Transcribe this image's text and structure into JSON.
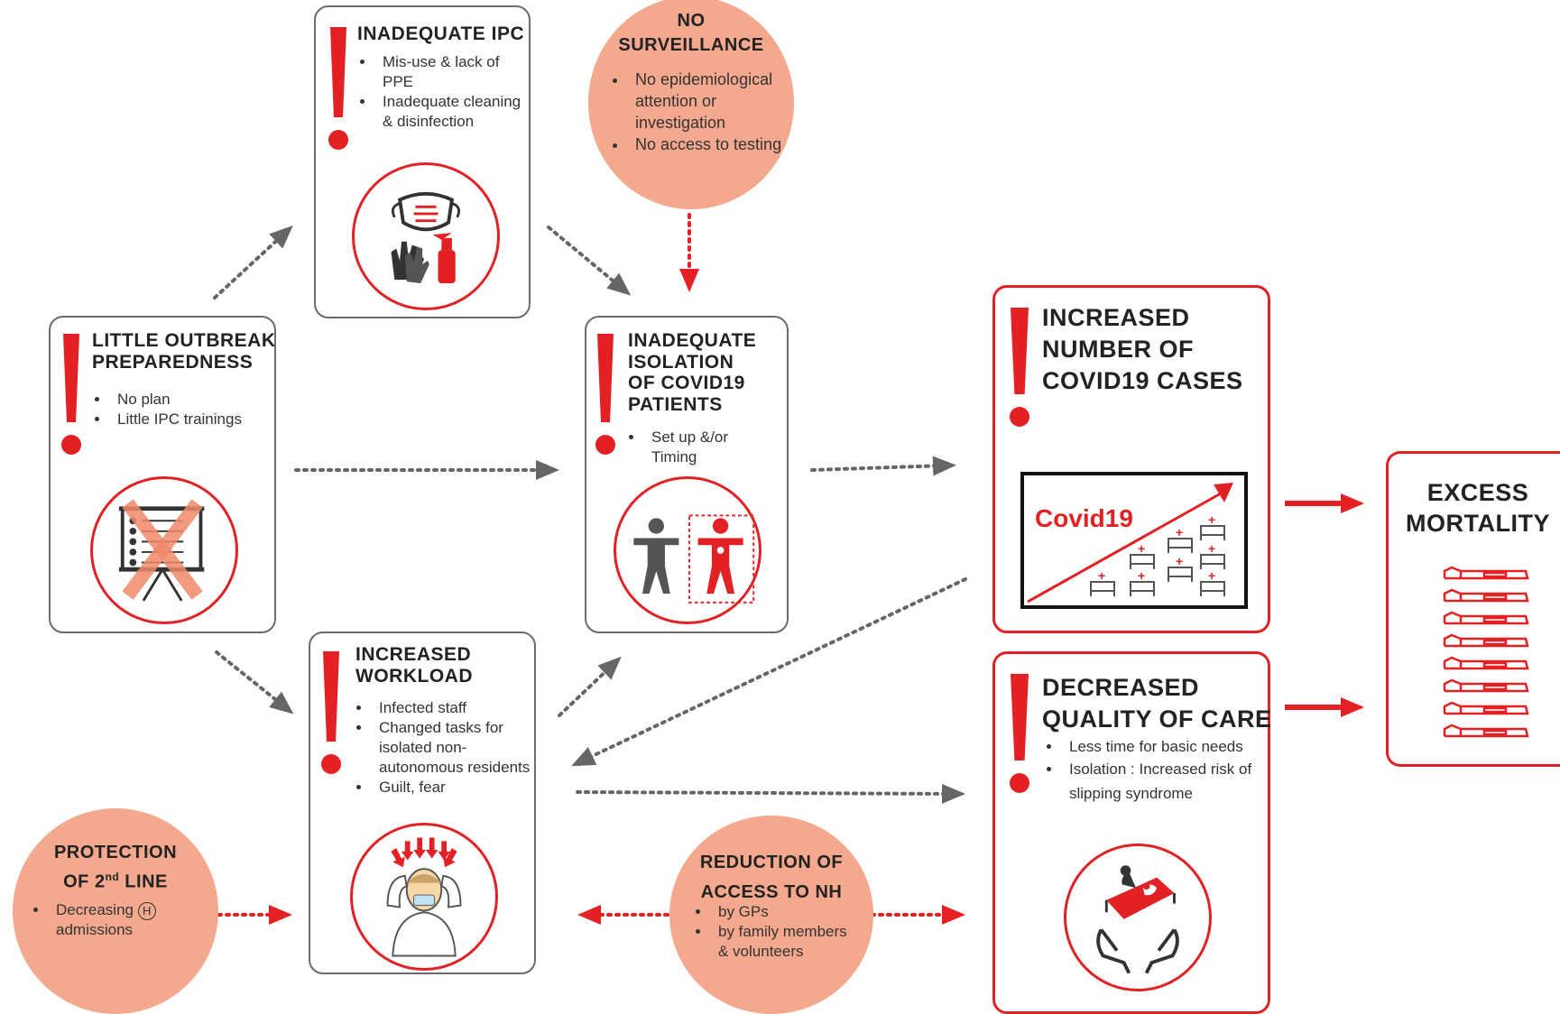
{
  "colors": {
    "accent_red": "#e32024",
    "salmon": "#f4a88e",
    "arrow_gray": "#666666",
    "border_gray": "#6b6b6b"
  },
  "boxes": {
    "inadequate_ipc": {
      "title": [
        "INADEQUATE IPC"
      ],
      "bullets": [
        "Mis-use & lack of PPE",
        "Inadequate cleaning & disinfection"
      ],
      "icon": "mask-gloves-spray-icon"
    },
    "outbreak_preparedness": {
      "title": [
        "LITTLE OUTBREAK",
        "PREPAREDNESS"
      ],
      "bullets": [
        "No plan",
        "Little IPC trainings"
      ],
      "icon": "crossed-plan-board-icon"
    },
    "inadequate_isolation": {
      "title": [
        "INADEQUATE",
        "ISOLATION",
        "OF COVID19",
        "PATIENTS"
      ],
      "bullets": [
        "Set up &/or Timing"
      ],
      "icon": "isolated-person-icon"
    },
    "increased_workload": {
      "title": [
        "INCREASED",
        "WORKLOAD"
      ],
      "bullets": [
        "Infected staff",
        "Changed tasks for isolated non-autonomous residents",
        "Guilt, fear"
      ],
      "icon": "stressed-worker-icon"
    },
    "increased_cases": {
      "title": [
        "INCREASED",
        "NUMBER OF",
        "COVID19 CASES"
      ],
      "chart_label": "Covid19",
      "icon": "rising-beds-chart-icon"
    },
    "decreased_quality": {
      "title": [
        "DECREASED",
        "QUALITY OF CARE"
      ],
      "bullets": [
        "Less time for basic needs",
        "Isolation : Increased risk of slipping syndrome"
      ],
      "icon": "care-hands-bed-icon"
    },
    "excess_mortality": {
      "title": [
        "EXCESS",
        "MORTALITY"
      ],
      "icon": "stacked-beds-icon"
    }
  },
  "circles": {
    "no_surveillance": {
      "title": [
        "NO",
        "SURVEILLANCE"
      ],
      "bullets": [
        "No epidemiological attention or investigation",
        "No access to testing"
      ]
    },
    "protection_2nd_line": {
      "title_line1": "PROTECTION",
      "title_line2_prefix": "OF 2",
      "title_sup": "nd",
      "title_line2_suffix": " LINE",
      "bullet_text": "Decreasing",
      "bullet_badge": "H",
      "bullet_tail": "admissions"
    },
    "reduction_access": {
      "title": [
        "REDUCTION OF",
        "ACCESS TO NH"
      ],
      "bullets": [
        "by GPs",
        "by family members & volunteers"
      ]
    }
  }
}
